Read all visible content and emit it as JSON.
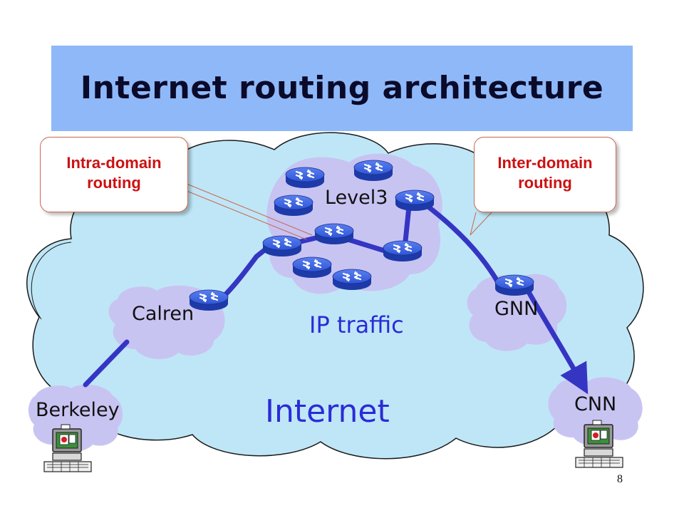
{
  "title": "Internet routing architecture",
  "callouts": {
    "intra": "Intra-domain routing",
    "inter": "Inter-domain routing"
  },
  "labels": {
    "level3": "Level3",
    "calren": "Calren",
    "gnn": "GNN",
    "ip_traffic": "IP traffic",
    "internet": "Internet",
    "berkeley": "Berkeley",
    "cnn": "CNN"
  },
  "page_number": "8",
  "colors": {
    "title_bar": "#8fb8f8",
    "internet_cloud": "#bfe6f7",
    "domain_cloud": "#c8c4f2",
    "router": "#2f56d6",
    "path": "#3535c4",
    "callout_text": "#cc1111",
    "ip_traffic_text": "#2b2bd6"
  },
  "icons": [
    "router-icon",
    "computer-icon"
  ]
}
